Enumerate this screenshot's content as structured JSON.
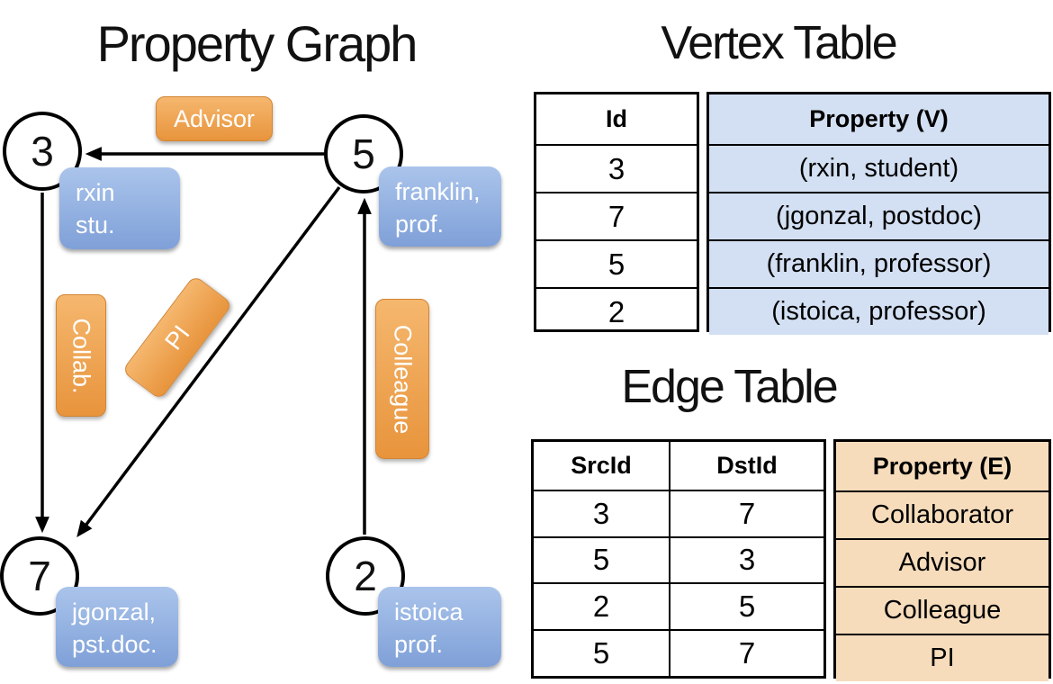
{
  "graph": {
    "title": "Property Graph",
    "nodes": [
      {
        "id": "3",
        "label": "rxin\nstu."
      },
      {
        "id": "5",
        "label": "franklin,\nprof."
      },
      {
        "id": "7",
        "label": "jgonzal,\npst.doc."
      },
      {
        "id": "2",
        "label": "istoica\nprof."
      }
    ],
    "edges": [
      {
        "src": "5",
        "dst": "3",
        "label": "Advisor"
      },
      {
        "src": "3",
        "dst": "7",
        "label": "Collab."
      },
      {
        "src": "5",
        "dst": "7",
        "label": "PI"
      },
      {
        "src": "2",
        "dst": "5",
        "label": "Colleague"
      }
    ]
  },
  "vertex_table": {
    "title": "Vertex Table",
    "headers": {
      "id": "Id",
      "property": "Property (V)"
    },
    "rows": [
      {
        "id": "3",
        "property": "(rxin, student)"
      },
      {
        "id": "7",
        "property": "(jgonzal, postdoc)"
      },
      {
        "id": "5",
        "property": "(franklin, professor)"
      },
      {
        "id": "2",
        "property": "(istoica, professor)"
      }
    ]
  },
  "edge_table": {
    "title": "Edge Table",
    "headers": {
      "src": "SrcId",
      "dst": "DstId",
      "property": "Property (E)"
    },
    "rows": [
      {
        "src": "3",
        "dst": "7",
        "property": "Collaborator"
      },
      {
        "src": "5",
        "dst": "3",
        "property": "Advisor"
      },
      {
        "src": "2",
        "dst": "5",
        "property": "Colleague"
      },
      {
        "src": "5",
        "dst": "7",
        "property": "PI"
      }
    ]
  },
  "colors": {
    "orange_top": "#f5b76e",
    "orange_bottom": "#e8943c",
    "orange_border": "#d28432",
    "blue_top": "#aac4eb",
    "blue_bottom": "#7fa0d8",
    "vcell_bg": "#d3dff2",
    "ecell_bg": "#f6dcbb",
    "ink": "#000000"
  }
}
